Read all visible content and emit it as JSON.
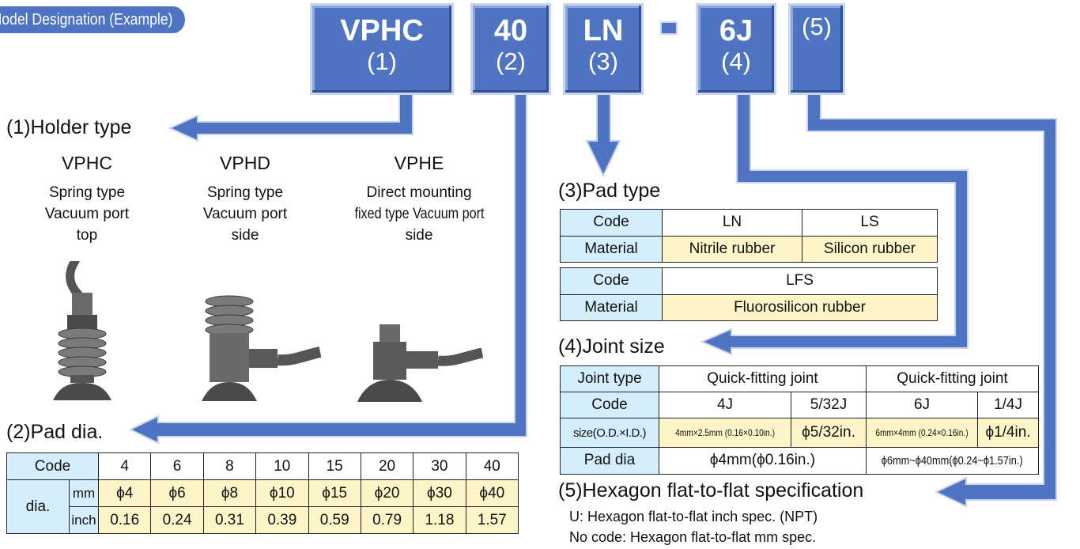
{
  "badge": "Model Designation (Example)",
  "codes": [
    {
      "code": "VPHC",
      "num": "(1)"
    },
    {
      "code": "40",
      "num": "(2)"
    },
    {
      "code": "LN",
      "num": "(3)"
    },
    {
      "code": "6J",
      "num": "(4)"
    },
    {
      "code": "",
      "num": "(5)"
    }
  ],
  "holder": {
    "title": "(1)Holder type",
    "types": [
      {
        "name": "VPHC",
        "line1": "Spring type",
        "line2": "Vacuum port",
        "line3": "top"
      },
      {
        "name": "VPHD",
        "line1": "Spring type",
        "line2": "Vacuum port",
        "line3": "side"
      },
      {
        "name": "VPHE",
        "line1": "Direct mounting",
        "line2": "fixed type Vacuum port",
        "line3": "side"
      }
    ]
  },
  "pad_dia": {
    "title": "(2)Pad dia.",
    "code_label": "Code",
    "dia_label": "dia.",
    "mm_label": "mm",
    "inch_label": "inch",
    "codes": [
      "4",
      "6",
      "8",
      "10",
      "15",
      "20",
      "30",
      "40"
    ],
    "mm": [
      "ϕ4",
      "ϕ6",
      "ϕ8",
      "ϕ10",
      "ϕ15",
      "ϕ20",
      "ϕ30",
      "ϕ40"
    ],
    "inch": [
      "0.16",
      "0.24",
      "0.31",
      "0.39",
      "0.59",
      "0.79",
      "1.18",
      "1.57"
    ]
  },
  "pad_type": {
    "title": "(3)Pad type",
    "code_label": "Code",
    "material_label": "Material",
    "t1": {
      "codes": [
        "LN",
        "LS"
      ],
      "materials": [
        "Nitrile rubber",
        "Silicon rubber"
      ]
    },
    "t2": {
      "code": "LFS",
      "material": "Fluorosilicon rubber"
    }
  },
  "joint": {
    "title": "(4)Joint size",
    "type_label": "Joint type",
    "types": [
      "Quick-fitting joint",
      "Quick-fitting joint"
    ],
    "code_label": "Code",
    "codes": [
      "4J",
      "5/32J",
      "6J",
      "1/4J"
    ],
    "size_label": "size(O.D.×I.D.)",
    "sizes": [
      "4mm×2.5mm (0.16×0.10in.)",
      "ϕ5/32in.",
      "6mm×4mm (0.24×0.16in.)",
      "ϕ1/4in."
    ],
    "pad_label": "Pad dia",
    "pads": [
      "ϕ4mm(ϕ0.16in.)",
      "ϕ6mm~ϕ40mm(ϕ0.24~ϕ1.57in.)"
    ]
  },
  "hex": {
    "title": "(5)Hexagon flat-to-flat specification",
    "note1": "U: Hexagon flat-to-flat inch spec. (NPT)",
    "note2": "No code: Hexagon flat-to-flat mm spec."
  },
  "colors": {
    "accent": "#4f74c2",
    "header_cell": "#d4eefb",
    "value_cell": "#fdf5c8"
  }
}
